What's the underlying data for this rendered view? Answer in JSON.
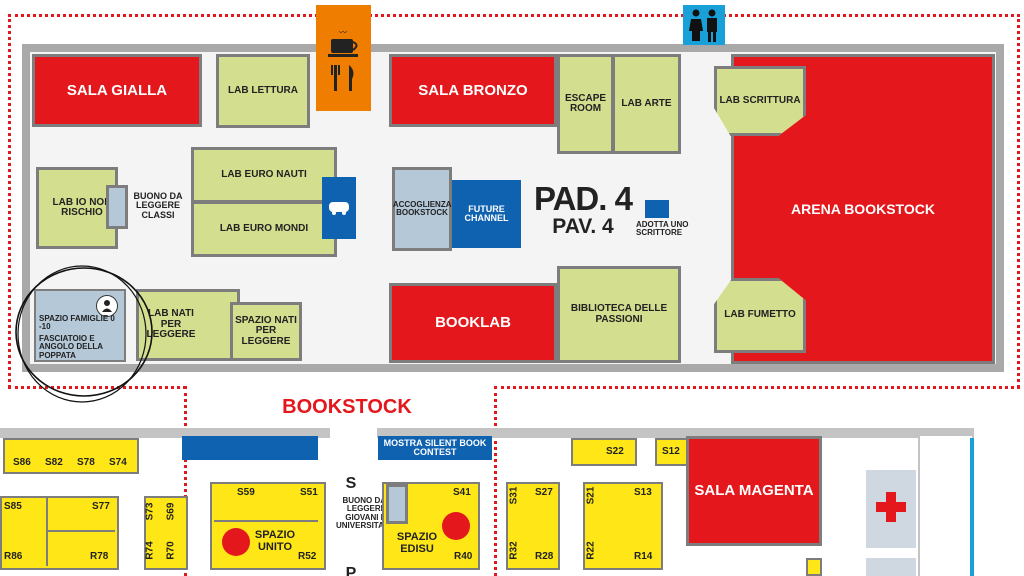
{
  "colors": {
    "red": "#e3171c",
    "green": "#d4de8f",
    "yellow": "#ffe717",
    "blue": "#0f62b0",
    "grey_wall": "#a9a9a9",
    "orange": "#ef7d00",
    "cyan": "#1aa0d8"
  },
  "pavilion": {
    "title": "PAD. 4",
    "subtitle": "PAV. 4"
  },
  "zones": {
    "sala_gialla": "SALA GIALLA",
    "lab_lettura": "LAB LETTURA",
    "sala_bronzo": "SALA BRONZO",
    "escape_room": "ESCAPE ROOM",
    "lab_arte": "LAB ARTE",
    "lab_scrittura": "LAB SCRITTURA",
    "arena_bookstock": "ARENA BOOKSTOCK",
    "lab_io_non_rischio": "LAB IO NON RISCHIO",
    "buono_da_leggere_classi": "BUONO DA LEGGERE CLASSI",
    "lab_euro_nauti": "LAB EURO NAUTI",
    "lab_euro_mondi": "LAB EURO MONDI",
    "accoglienza_bookstock": "ACCOGLIENZA BOOKSTOCK",
    "future_channel": "FUTURE CHANNEL",
    "adotta_uno_scrittore": "ADOTTA UNO SCRITTORE",
    "spazio_famiglie_line1": "SPAZIO FAMIGLIE 0 -10",
    "spazio_famiglie_line2": "FASCIATOIO E ANGOLO DELLA POPPATA",
    "lab_nati_per_leggere": "LAB NATI PER LEGGERE",
    "spazio_nati_per_leggere": "SPAZIO NATI PER LEGGERE",
    "booklab": "BOOKLAB",
    "biblioteca_delle_passioni": "BIBLIOTECA DELLE PASSIONI",
    "lab_fumetto": "LAB FUMETTO",
    "bookstock_label": "BOOKSTOCK",
    "mostra_silent_book_contest": "MOSTRA SILENT BOOK CONTEST",
    "sala_magenta": "SALA MAGENTA",
    "spazio_unito": "SPAZIO UNITO",
    "spazio_edisu": "SPAZIO EDISU",
    "buono_da_leggere_giovani": "BUONO DA LEGGERE GIOVANI E UNIVERSITARI",
    "section_s": "S",
    "section_p": "P"
  },
  "stands": {
    "s86": "S86",
    "s82": "S82",
    "s78": "S78",
    "s74": "S74",
    "s85": "S85",
    "s77": "S77",
    "r86": "R86",
    "r78": "R78",
    "s73": "S73",
    "s69": "S69",
    "r74": "R74",
    "r70": "R70",
    "s59": "S59",
    "s51": "S51",
    "r52": "R52",
    "s41": "S41",
    "r40": "R40",
    "s31": "S31",
    "s27": "S27",
    "r32": "R32",
    "r28": "R28",
    "s21": "S21",
    "s13": "S13",
    "r22": "R22",
    "r14": "R14",
    "s22": "S22",
    "s12": "S12"
  },
  "icons": {
    "cafe": "cafe-restaurant-icon",
    "restroom": "restroom-icon",
    "first_aid": "first-aid-cross-icon",
    "baby": "baby-care-icon",
    "shelf": "display-shelf-icon"
  }
}
